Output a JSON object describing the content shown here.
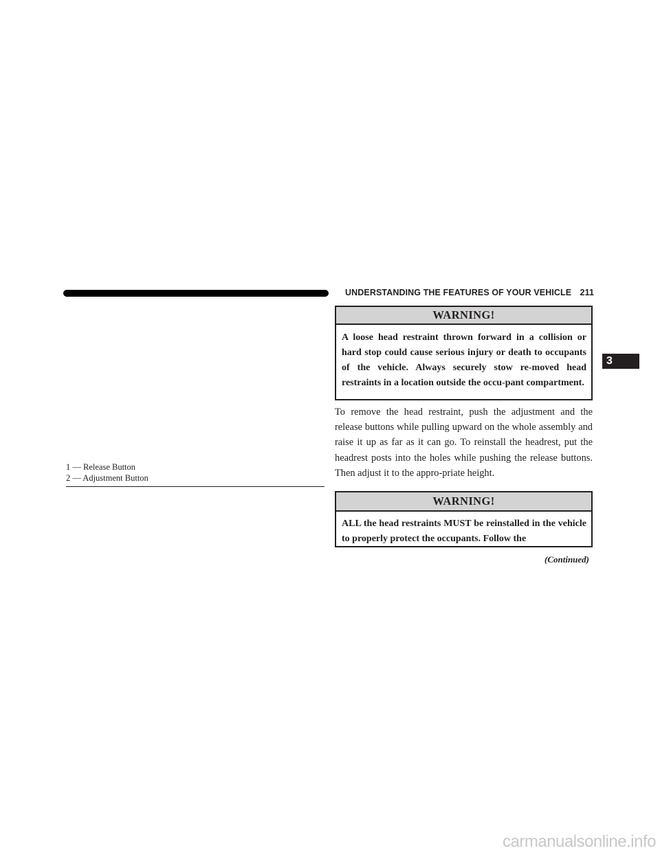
{
  "header": {
    "title": "UNDERSTANDING THE FEATURES OF YOUR VEHICLE",
    "page_number": "211"
  },
  "chapter_tab": "3",
  "warnings": [
    {
      "title": "WARNING!",
      "text": "A loose head restraint thrown forward in a collision or hard stop could cause serious injury or death to occupants of the vehicle. Always securely stow re-moved head restraints in a location outside the occu-pant compartment."
    },
    {
      "title": "WARNING!",
      "text": "ALL the head restraints MUST be reinstalled in the vehicle to properly protect the occupants. Follow the"
    }
  ],
  "body_paragraph": "To remove the head restraint, push the adjustment and the release buttons while pulling upward on the whole assembly and raise it up as far as it can go. To reinstall the headrest, put the headrest posts into the holes while pushing the release buttons. Then adjust it to the appro-priate height.",
  "legend": [
    "1 — Release Button",
    "2 — Adjustment Button"
  ],
  "continued": "(Continued)",
  "watermark": "carmanualsonline.info",
  "colors": {
    "text": "#231f20",
    "warning_header_bg": "#d3d3d3",
    "watermark": "#c8c8c8"
  }
}
